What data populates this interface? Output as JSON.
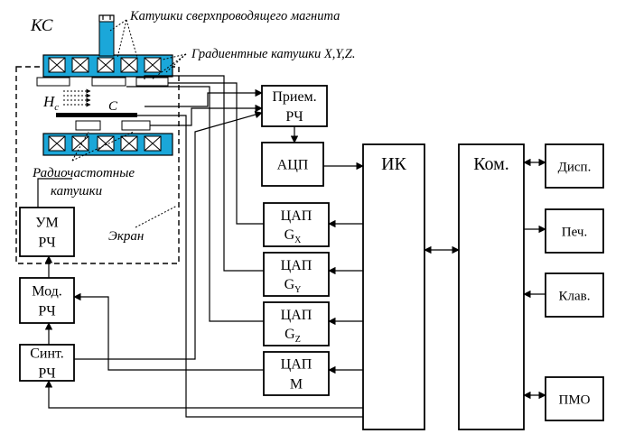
{
  "labels": {
    "ks": "КС",
    "coils_super": "Катушки сверхпроводящего магнита",
    "coils_grad": "Градиентные катушки X,Y,Z.",
    "h": "H",
    "h_sub": "c",
    "sample": "C",
    "rf_coils_1": "Радиочастотные",
    "rf_coils_2": "катушки",
    "screen": "Экран"
  },
  "blocks": {
    "receiver": [
      "Прием.",
      "РЧ"
    ],
    "adc": [
      "АЦП"
    ],
    "dac_gx": [
      "ЦАП",
      "G",
      "X"
    ],
    "dac_gy": [
      "ЦАП",
      "G",
      "Y"
    ],
    "dac_gz": [
      "ЦАП",
      "G",
      "Z"
    ],
    "dac_m": [
      "ЦАП",
      "M"
    ],
    "ik": [
      "ИК"
    ],
    "com": [
      "Ком."
    ],
    "disp": [
      "Дисп."
    ],
    "print": [
      "Печ."
    ],
    "kbd": [
      "Клав."
    ],
    "pmo": [
      "ПМО"
    ],
    "amp": [
      "УМ",
      "РЧ"
    ],
    "mod": [
      "Мод.",
      "РЧ"
    ],
    "synth": [
      "Синт.",
      "РЧ"
    ]
  },
  "colors": {
    "magnet": "#1ba7d9",
    "line": "#000000"
  }
}
